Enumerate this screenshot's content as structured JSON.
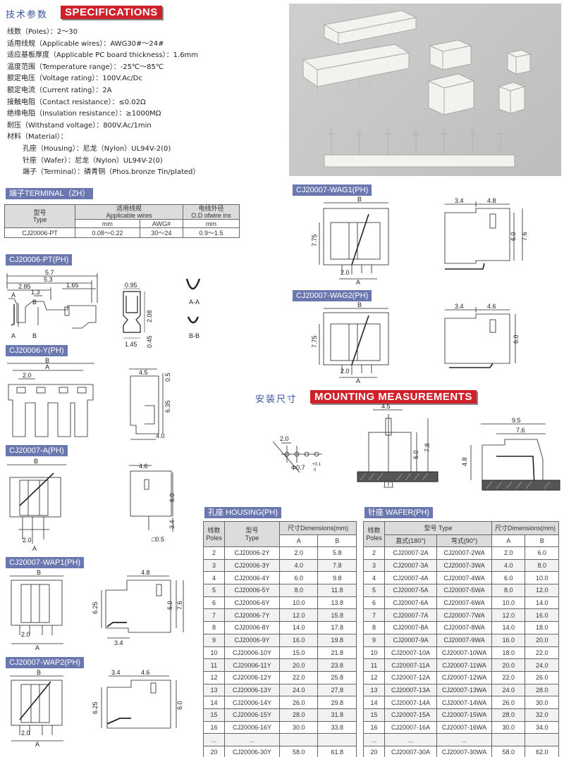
{
  "specs": {
    "title_cn": "技术参数",
    "title_en": "SPECIFICATIONS",
    "lines": [
      "线数（Poles）：2～30",
      "适用线规（Applicable wires）：AWG30#～24#",
      "适应基板厚度（Applicable PC board thickness）：1.6mm",
      "温度范围（Temperature range）：-25℃～85℃",
      "额定电压（Voltage rating）：100V.Ac/Dc",
      "额定电流（Current rating）：2A",
      "接触电阻（Contact resistance）：≤0.02Ω",
      "绝缘电阻（Insulation resistance）：≥1000MΩ",
      "耐压（Withstand voltage）：800V.Ac/1min",
      "材料（Material）：",
      "孔座（Housing）：尼龙（Nylon）UL94V-2(0)",
      "针座（Wafer）：尼龙（Nylon）UL94V-2(0)",
      "端子（Terminal）：磷青铜（Phos.bronze Tin/plated）"
    ]
  },
  "terminal": {
    "tag": "端子TERMINAL（ZH）",
    "h_model": "型号",
    "h_model_en": "Type",
    "h_wires": "适用线规",
    "h_wires_en": "Applicable wires",
    "h_od": "电线外径",
    "h_od_en": "O.D ofwire ins",
    "h_mm": "mm",
    "h_awg": "AWG#",
    "h_mm2": "mm",
    "model": "CJ20006-PT",
    "mm": "0.08～0.22",
    "awg": "30～24",
    "od": "0.9～1.5"
  },
  "drawings": {
    "pt": {
      "tag": "CJ20006-PT(PH)",
      "d57": "5.7",
      "d53": "5.3",
      "d285": "2.85",
      "d13": "1.3",
      "d165": "1.65",
      "la": "A",
      "lb": "B",
      "d095": "0.95",
      "d208": "2.08",
      "d145": "1.45",
      "d045": "0.45",
      "aa": "A-A",
      "bb": "B-B"
    },
    "y": {
      "tag": "CJ20006-Y(PH)",
      "b": "B",
      "a": "A",
      "d20": "2.0",
      "d45": "4.5",
      "d05": "0.5",
      "d635": "6.35",
      "d40": "4.0"
    },
    "a": {
      "tag": "CJ20007-A(PH)",
      "b": "B",
      "a": "A",
      "d20": "2.0",
      "d46": "4.6",
      "d60": "6.0",
      "d34": "3.4",
      "d05": "□0.5"
    },
    "wap1": {
      "tag": "CJ20007-WAP1(PH)",
      "b": "B",
      "a": "A",
      "d20": "2.0",
      "d48": "4.8",
      "d625": "6.25",
      "d60": "6.0",
      "d76": "7.6",
      "d34": "3.4"
    },
    "wap2": {
      "tag": "CJ20007-WAP2(PH)",
      "b": "B",
      "a": "A",
      "d20": "2.0",
      "d34": "3.4",
      "d46": "4.6",
      "d625": "6.25",
      "d60": "6.0"
    },
    "wag1": {
      "tag": "CJ20007-WAG1(PH)",
      "b": "B",
      "a": "A",
      "d20": "2.0",
      "d775": "7.75",
      "d34": "3.4",
      "d48": "4.8",
      "d60": "6.0",
      "d76": "7.6"
    },
    "wag2": {
      "tag": "CJ20007-WAG2(PH)",
      "b": "B",
      "a": "A",
      "d20": "2.0",
      "d775": "7.75",
      "d34": "3.4",
      "d46": "4.6",
      "d60": "6.0"
    },
    "mount": {
      "title_cn": "安装尺寸",
      "title_en": "MOUNTING MEASUREMENTS",
      "d20": "2.0",
      "hole": "Φ0.7",
      "tol_p": "+0.1",
      "tol_n": "0",
      "d45": "4.5",
      "d60": "6.0",
      "d78": "7.8",
      "d95": "9.5",
      "d76": "7.6",
      "d48": "4.8"
    }
  },
  "housing": {
    "tag": "孔座 HOUSING(PH)",
    "h_poles_cn": "线数",
    "h_poles": "Poles",
    "h_type_cn": "型号",
    "h_type": "Type",
    "h_dim": "尺寸Dimensions(mm)",
    "h_a": "A",
    "h_b": "B",
    "rows": [
      [
        "2",
        "CJ20006-2Y",
        "2.0",
        "5.8"
      ],
      [
        "3",
        "CJ20006-3Y",
        "4.0",
        "7.8"
      ],
      [
        "4",
        "CJ20006-4Y",
        "6.0",
        "9.8"
      ],
      [
        "5",
        "CJ20006-5Y",
        "8.0",
        "11.8"
      ],
      [
        "6",
        "CJ20006-6Y",
        "10.0",
        "13.8"
      ],
      [
        "7",
        "CJ20006-7Y",
        "12.0",
        "15.8"
      ],
      [
        "8",
        "CJ20006-8Y",
        "14.0",
        "17.8"
      ],
      [
        "9",
        "CJ20006-9Y",
        "16.0",
        "19.8"
      ],
      [
        "10",
        "CJ20006-10Y",
        "15.0",
        "21.8"
      ],
      [
        "11",
        "CJ20006-11Y",
        "20.0",
        "23.8"
      ],
      [
        "12",
        "CJ20006-12Y",
        "22.0",
        "25.8"
      ],
      [
        "13",
        "CJ20006-13Y",
        "24.0",
        "27.8"
      ],
      [
        "14",
        "CJ20006-14Y",
        "26.0",
        "29.8"
      ],
      [
        "15",
        "CJ20006-15Y",
        "28.0",
        "31.8"
      ],
      [
        "16",
        "CJ20006-16Y",
        "30.0",
        "33.8"
      ],
      [
        "...",
        "...",
        "",
        ""
      ],
      [
        "20",
        "CJ20006-30Y",
        "58.0",
        "61.8"
      ]
    ]
  },
  "wafer": {
    "tag": "针座 WAFER(PH)",
    "h_poles_cn": "线数",
    "h_poles": "Poles",
    "h_type": "型号 Type",
    "h_straight": "直式(180°)",
    "h_angle": "弯式(90°)",
    "h_dim": "尺寸Dimensions(mm)",
    "h_a": "A",
    "h_b": "B",
    "rows": [
      [
        "2",
        "CJ20007-2A",
        "CJ20007-2WA",
        "2.0",
        "6.0"
      ],
      [
        "3",
        "CJ20007-3A",
        "CJ20007-3WA",
        "4.0",
        "8.0"
      ],
      [
        "4",
        "CJ20007-4A",
        "CJ20007-4WA",
        "6.0",
        "10.0"
      ],
      [
        "5",
        "CJ20007-5A",
        "CJ20007-5WA",
        "8.0",
        "12.0"
      ],
      [
        "6",
        "CJ20007-6A",
        "CJ20007-6WA",
        "10.0",
        "14.0"
      ],
      [
        "7",
        "CJ20007-7A",
        "CJ20007-7WA",
        "12.0",
        "16.0"
      ],
      [
        "8",
        "CJ20007-8A",
        "CJ20007-8WA",
        "14.0",
        "18.0"
      ],
      [
        "9",
        "CJ20007-9A",
        "CJ20007-9WA",
        "16.0",
        "20.0"
      ],
      [
        "10",
        "CJ20007-10A",
        "CJ20007-10WA",
        "18.0",
        "22.0"
      ],
      [
        "11",
        "CJ20007-11A",
        "CJ20007-11WA",
        "20.0",
        "24.0"
      ],
      [
        "12",
        "CJ20007-12A",
        "CJ20007-12WA",
        "22.0",
        "26.0"
      ],
      [
        "13",
        "CJ20007-13A",
        "CJ20007-13WA",
        "24.0",
        "28.0"
      ],
      [
        "14",
        "CJ20007-14A",
        "CJ20007-14WA",
        "26.0",
        "30.0"
      ],
      [
        "15",
        "CJ20007-15A",
        "CJ20007-15WA",
        "28.0",
        "32.0"
      ],
      [
        "16",
        "CJ20007-16A",
        "CJ20007-16WA",
        "30.0",
        "34.0"
      ],
      [
        "...",
        "...",
        "...",
        "",
        ""
      ],
      [
        "20",
        "CJ20007-30A",
        "CJ20007-30WA",
        "58.0",
        "62.0"
      ]
    ]
  }
}
